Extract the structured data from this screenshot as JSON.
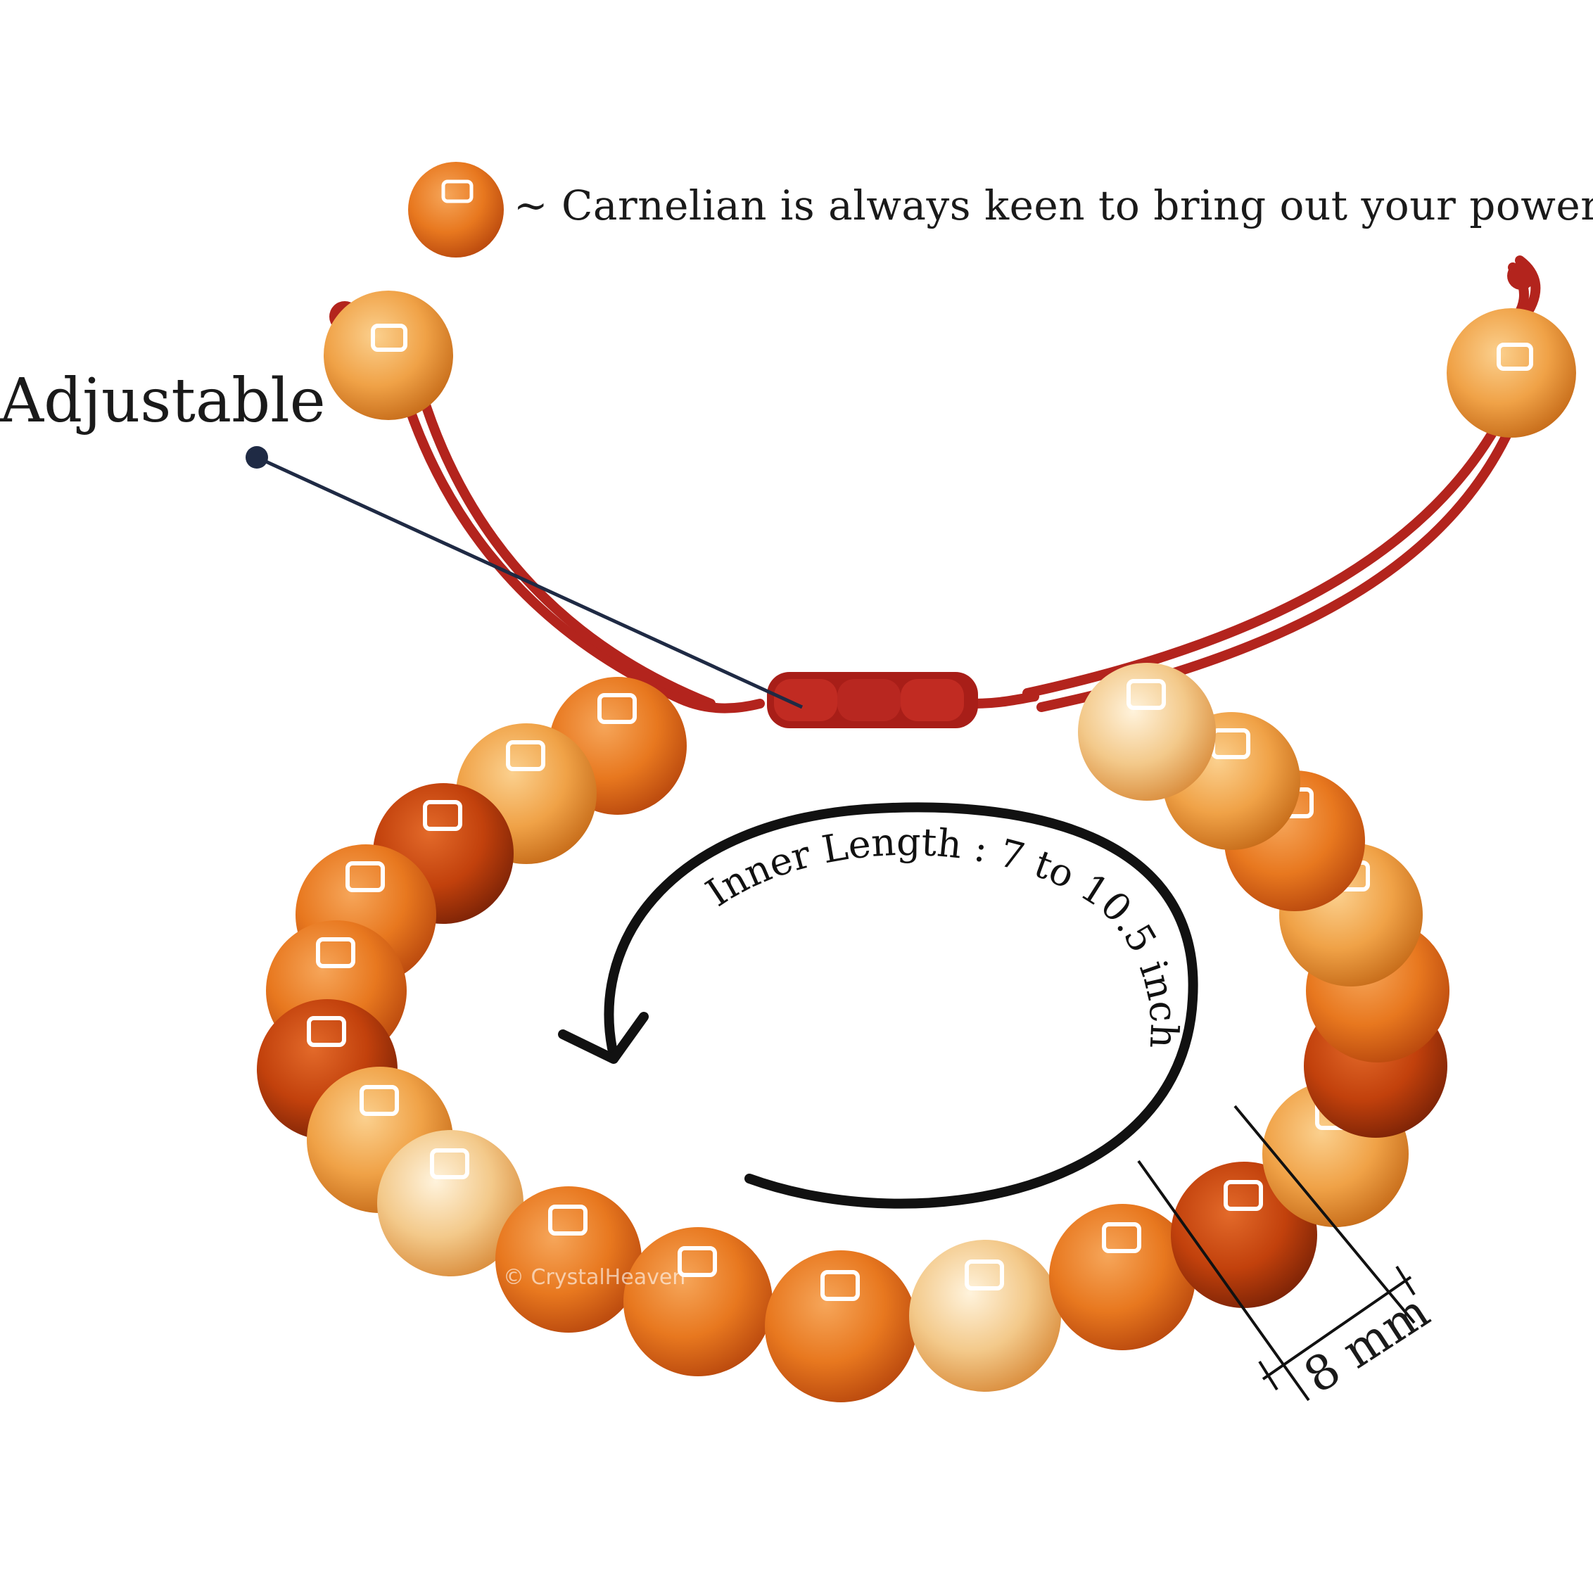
{
  "tagline": {
    "prefix": "~",
    "text": "Carnelian is always keen to bring out your power."
  },
  "callout": {
    "label": "Adjustable"
  },
  "inner_length": {
    "text": "Inner Length : 7 to 10.5 inch"
  },
  "bead_size": {
    "label": "8 mm"
  },
  "watermark": "© CrystalHeaven",
  "colors": {
    "cord": "#b3241d",
    "bead_dark": "#c2410c",
    "bead_mid": "#e8781f",
    "bead_light": "#f3c98a",
    "text": "#1a1a1a",
    "pointer": "#1f2a44"
  },
  "icons": {
    "sample_bead": "carnelian-bead-icon",
    "rotation_arrow": "circular-arrow-icon"
  }
}
